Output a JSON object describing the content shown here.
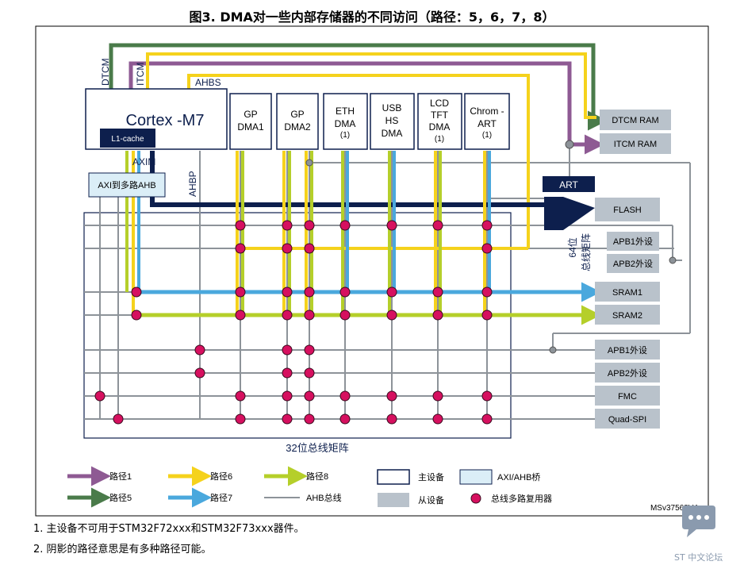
{
  "figure": {
    "title": "图3. DMA对一些内部存储器的不同访问（路径：5，6，7，8）",
    "ref_id": "MSv37568V4"
  },
  "notes": [
    "1.   主设备不可用于STM32F72xxx和STM32F73xxx器件。",
    "2.   阴影的路径意思是有多种路径可能。"
  ],
  "labels": {
    "dtcm": "DTCM",
    "itcm": "ITCM",
    "ahbs": "AHBS",
    "axim": "AXIM",
    "ahbp": "AHBP",
    "art": "ART",
    "bus64_1": "64位",
    "bus64_2": "总线矩阵",
    "bus32": "32位总线矩阵"
  },
  "masters": {
    "cortex": "Cortex -M7",
    "l1cache": "L1-cache",
    "bridge": "AXI到多路AHB",
    "gpdma1": [
      "GP",
      "DMA1"
    ],
    "gpdma2": [
      "GP",
      "DMA2"
    ],
    "ethdma": [
      "ETH",
      "DMA",
      "(1)"
    ],
    "usbdma": [
      "USB",
      "HS",
      "DMA"
    ],
    "lcddma": [
      "LCD",
      "TFT",
      "DMA",
      "(1)"
    ],
    "chromart": [
      "Chrom -",
      "ART",
      "(1)"
    ]
  },
  "slaves": {
    "dtcm_ram": "DTCM RAM",
    "itcm_ram": "ITCM RAM",
    "flash": "FLASH",
    "apb1_a": "APB1外设",
    "apb2_a": "APB2外设",
    "sram1": "SRAM1",
    "sram2": "SRAM2",
    "apb1_b": "APB1外设",
    "apb2_b": "APB2外设",
    "fmc": "FMC",
    "qspi": "Quad-SPI"
  },
  "legend": {
    "path1": "路径1",
    "path5": "路径5",
    "path6": "路径6",
    "path7": "路径7",
    "path8": "路径8",
    "ahb": "AHB总线",
    "master": "主设备",
    "slave": "从设备",
    "bridge": "AXI/AHB桥",
    "mux": "总线多路复用器"
  },
  "colors": {
    "path1": "#8e5a93",
    "path5": "#4a7b4a",
    "path6": "#f5d21c",
    "path7": "#4aa8dd",
    "path8": "#b5cf2a",
    "ahb": "#8d9399",
    "navy": "#0d1f4d",
    "slave": "#b9c2cb",
    "bridge": "#dbeef7",
    "mux": "#d6105f"
  },
  "forum": {
    "label": "ST 中文论坛"
  }
}
